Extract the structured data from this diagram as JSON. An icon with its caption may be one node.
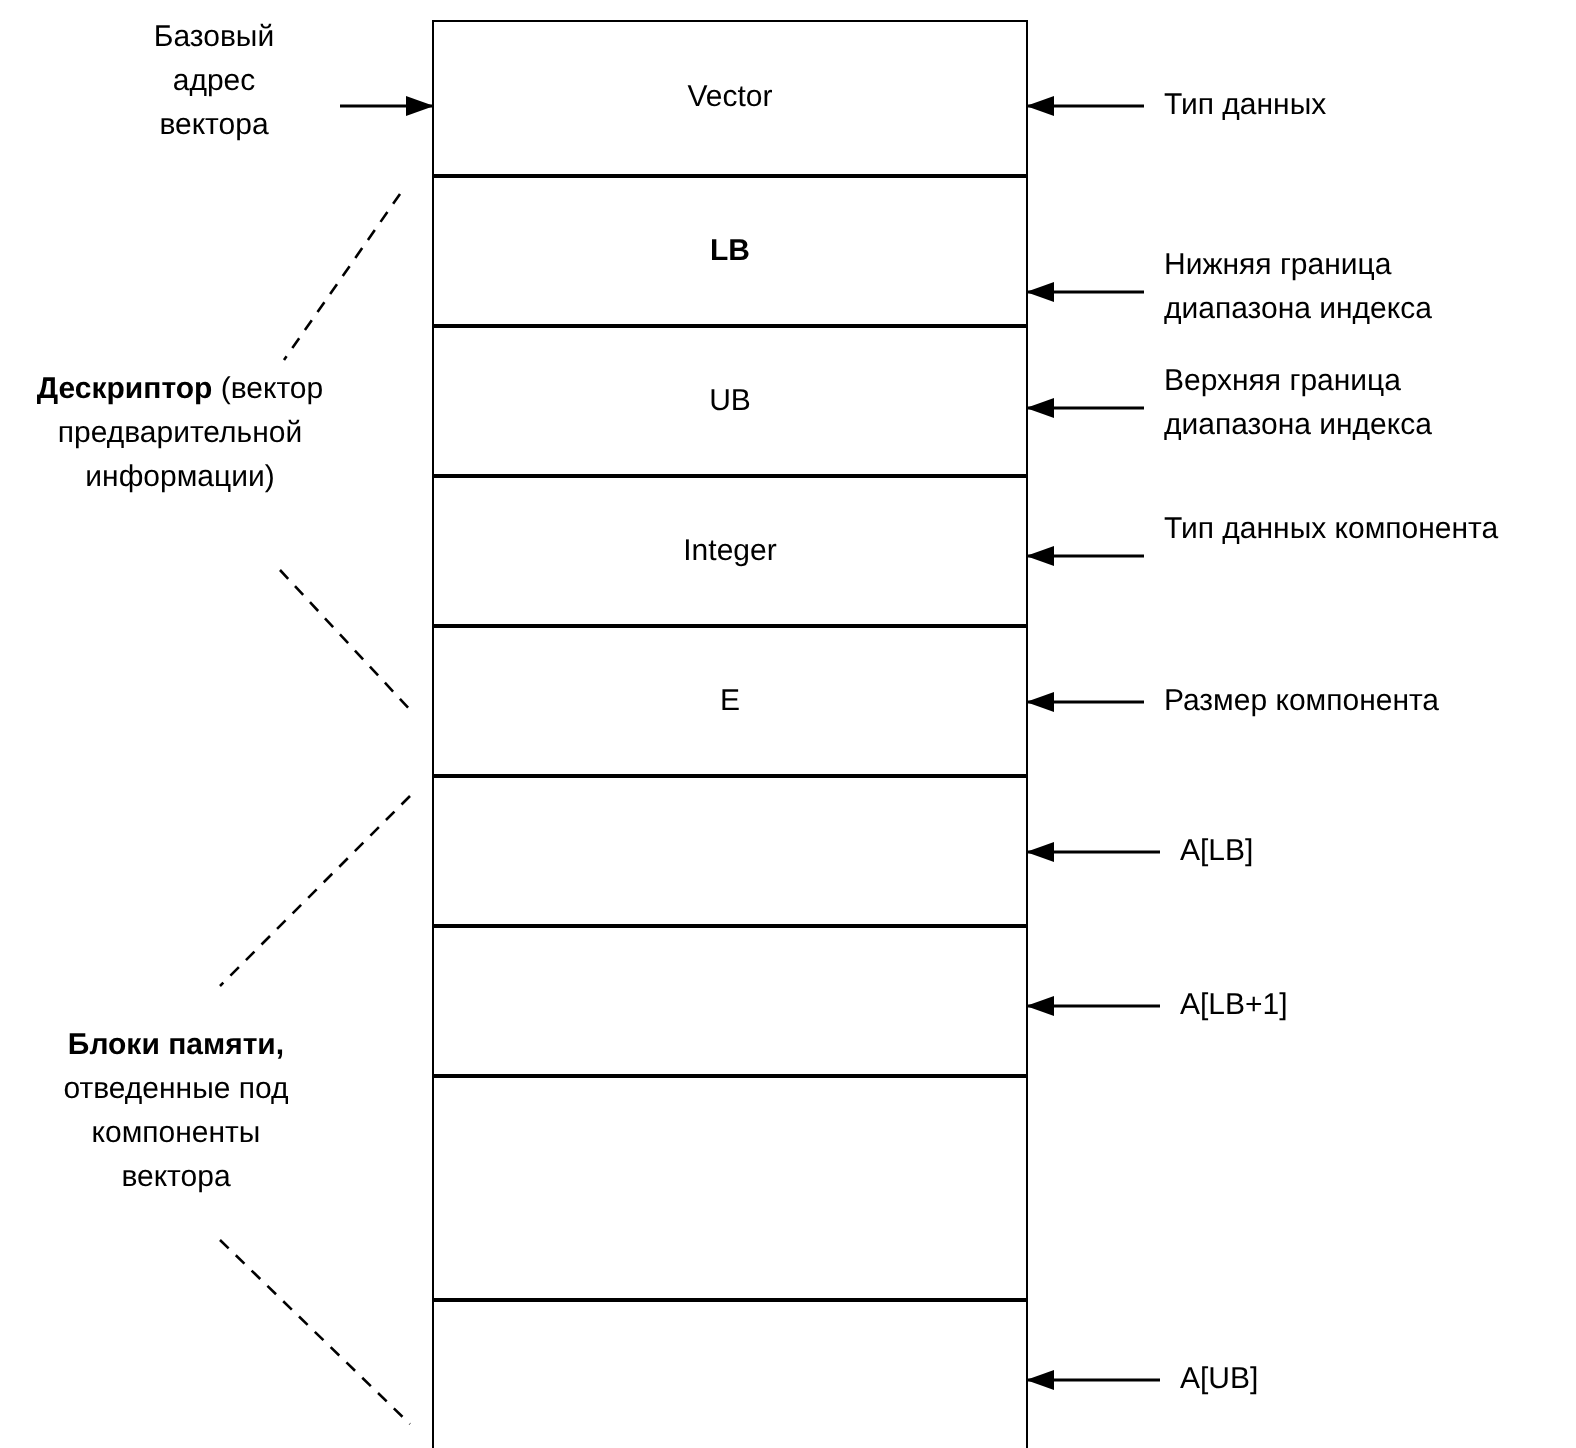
{
  "diagram": {
    "nodes": [
      {
        "text": [
          "Vector"
        ]
      },
      {
        "text": [
          "LB"
        ]
      },
      {
        "text": [
          "UB"
        ]
      },
      {
        "text": [
          "Integer"
        ]
      },
      {
        "text": [
          "E"
        ]
      },
      {
        "text": [],
        "shape": "box"
      },
      {
        "text": [],
        "shape": "box"
      },
      {
        "text": [],
        "shape": "box"
      },
      {
        "text": [],
        "shape": "box"
      },
      {
        "text": [
          "Базовый адрес вектора"
        ]
      },
      {
        "text": [
          "Тип данных"
        ]
      },
      {
        "text": [
          "Нижняя граница диапазона индекса"
        ]
      },
      {
        "text": [
          "Верхняя граница диапазона индекса"
        ]
      },
      {
        "text": [
          "Тип данных компонента"
        ]
      },
      {
        "text": [
          "Размер компонента"
        ]
      },
      {
        "text": [
          "A[LB]"
        ]
      },
      {
        "text": [
          "A[LB+1]"
        ]
      },
      {
        "text": [
          "A[UB]"
        ]
      }
    ],
    "edges": [
      {
        "from": 9,
        "to": 0,
        "arrow": "to"
      },
      {
        "from": 10,
        "to": 0,
        "arrow": "to"
      },
      {
        "from": 11,
        "to": 1,
        "arrow": "to"
      },
      {
        "from": 12,
        "to": 2,
        "arrow": "to"
      },
      {
        "from": 13,
        "to": 3,
        "arrow": "to"
      },
      {
        "from": 14,
        "to": 4,
        "arrow": "to"
      },
      {
        "from": 15,
        "to": 5,
        "arrow": "to"
      },
      {
        "from": 16,
        "to": 6,
        "arrow": "to"
      },
      {
        "from": 17,
        "to": 8,
        "arrow": "to"
      }
    ],
    "labels": [
      "**Дескриптор** (вектор предварительной информации)",
      "**Блоки памяти,** отведенные под компоненты вектора"
    ]
  }
}
